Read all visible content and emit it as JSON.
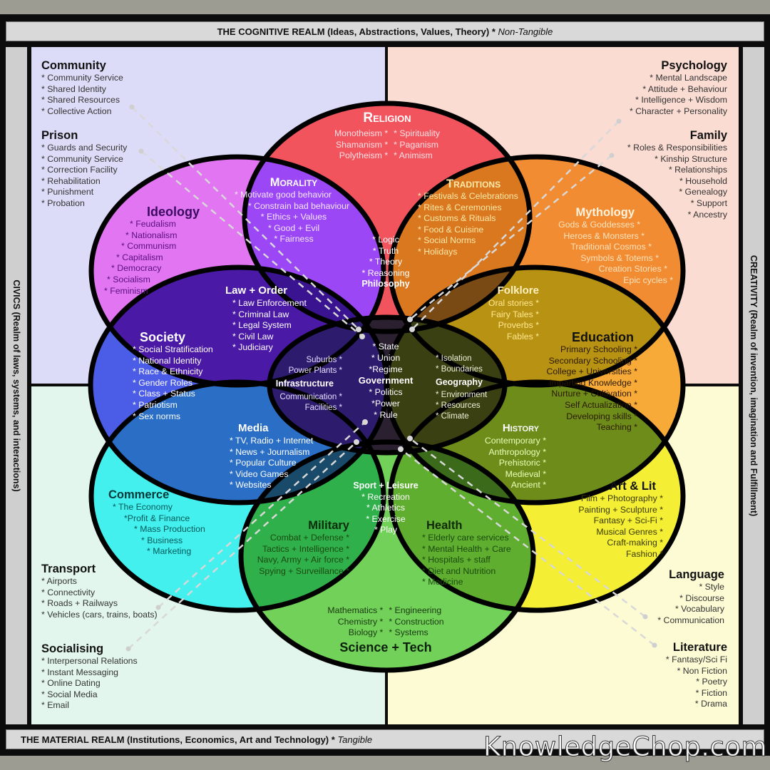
{
  "banners": {
    "top": "THE COGNITIVE REALM (Ideas, Abstractions, Values, Theory) *",
    "top_italic": "Non-Tangible",
    "bottom": "THE MATERIAL REALM (Institutions, Economics, Art and Technology) *",
    "bottom_italic": "Tangible"
  },
  "sides": {
    "left": "CIVICS (Realm of laws, systems, and interactions)",
    "right": "CREATIVITY (Realm of invention, imagination and Fulfillment)"
  },
  "watermark": "KnowledgeChop.com",
  "colors": {
    "quad_top_left": "#dcdcf8",
    "quad_top_right": "#fbdcd2",
    "quad_bottom_left": "#e2f6ee",
    "quad_bottom_right": "#fdfbd4",
    "religion": "#f2545e",
    "mythology": "#f28c32",
    "education": "#f7aa38",
    "art_lit": "#f4ef34",
    "science_tech": "#72d158",
    "commerce": "#44f0ee",
    "society": "#4b5ce6",
    "ideology": "#e276f2",
    "morality": "#9b47f5",
    "traditions": "#d9781f",
    "folklore": "#b89212",
    "history": "#6e8c1a",
    "health": "#5fae30",
    "military": "#2fb04a",
    "media": "#2a6ec6",
    "law_order": "#4a1aa6",
    "philosophy": "#c22ca8",
    "sport_leisure": "#3b7a1a",
    "center": "#2a2030",
    "infrastructure": "#2d1c6e",
    "geography": "#3a4012",
    "government": "#050505"
  },
  "corners": {
    "community": {
      "title": "Community",
      "items": [
        "* Community Service",
        "* Shared Identity",
        "* Shared Resources",
        "* Collective Action"
      ]
    },
    "prison": {
      "title": "Prison",
      "items": [
        "* Guards and Security",
        "* Community Service",
        "* Correction Facility",
        "* Rehabilitation",
        "* Punishment",
        "* Probation"
      ]
    },
    "psychology": {
      "title": "Psychology",
      "items": [
        "* Mental Landscape",
        "* Attitude + Behaviour",
        "* Intelligence + Wisdom",
        "* Character + Personality"
      ]
    },
    "family": {
      "title": "Family",
      "items": [
        "* Roles & Responsibilities",
        "* Kinship Structure",
        "* Relationships",
        "* Household",
        "* Genealogy",
        "* Support",
        "* Ancestry"
      ]
    },
    "transport": {
      "title": "Transport",
      "items": [
        "* Airports",
        "* Connectivity",
        "* Roads + Railways",
        "* Vehicles (cars, trains, boats)"
      ]
    },
    "socialising": {
      "title": "Socialising",
      "items": [
        "* Interpersonal Relations",
        "* Instant Messaging",
        "* Online Dating",
        "* Social Media",
        "* Email"
      ]
    },
    "language": {
      "title": "Language",
      "items": [
        "* Style",
        "* Discourse",
        "* Vocabulary",
        "* Communication"
      ]
    },
    "literature": {
      "title": "Literature",
      "items": [
        "* Fantasy/Sci Fi",
        "* Non Fiction",
        "* Poetry",
        "* Fiction",
        "* Drama"
      ]
    }
  },
  "regions": {
    "religion": {
      "title": "Religion",
      "left": [
        "Monotheism *",
        "Shamanism *",
        "Polytheism *"
      ],
      "right": [
        "* Spirituality",
        "* Paganism",
        "* Animism"
      ]
    },
    "morality": {
      "title": "Morality",
      "items": [
        "* Motivate good behavior",
        "* Constrain bad behaviour",
        "* Ethics + Values",
        "* Good + Evil",
        "* Fairness"
      ]
    },
    "traditions": {
      "title": "Traditions",
      "items": [
        "* Festivals & Celebrations",
        "* Rites & Ceremonies",
        "* Customs & Rituals",
        "* Food & Cuisine",
        "* Social Norms",
        "* Holidays"
      ]
    },
    "ideology": {
      "title": "Ideology",
      "items": [
        "* Feudalism",
        "* Nationalism",
        "* Communism",
        "* Capitalism",
        "* Democracy",
        "* Socialism",
        "* Feminism"
      ]
    },
    "mythology": {
      "title": "Mythology",
      "items": [
        "Gods & Goddesses *",
        "Heroes & Monsters *",
        "Traditional Cosmos *",
        "Symbols & Totems *",
        "Creation Stories *",
        "Epic cycles *"
      ]
    },
    "philosophy": {
      "title": "Philosophy",
      "items": [
        "* Logic",
        "* Truth",
        "* Theory",
        "* Reasoning"
      ]
    },
    "law_order": {
      "title": "Law + Order",
      "items": [
        "* Law Enforcement",
        "* Criminal Law",
        "* Legal System",
        "* Civil Law",
        "* Judiciary"
      ]
    },
    "folklore": {
      "title": "Folklore",
      "items": [
        "Oral stories *",
        "Fairy Tales *",
        "Proverbs *",
        "Fables *"
      ]
    },
    "society": {
      "title": "Society",
      "items": [
        "* Social Stratification",
        "* National Identity",
        "* Race & Ethnicity",
        "* Gender Roles",
        "* Class + Status",
        "* Patriotism",
        "* Sex norms"
      ]
    },
    "education": {
      "title": "Education",
      "items": [
        "Primary Schooling *",
        "Secondary Schooling *",
        "College + Universities *",
        "Imparting  Knowledge *",
        "Nurture + Cultivation *",
        "Self Actualization *",
        "Developing skills *",
        "Teaching *"
      ]
    },
    "infrastructure": {
      "title": "Infrastructure",
      "top": [
        "Suburbs *",
        "Power Plants *"
      ],
      "bottom": [
        "Communication *",
        "Facilities *"
      ]
    },
    "government": {
      "title": "Government",
      "top": [
        "* State",
        "* Union",
        "*Regime"
      ],
      "bottom": [
        "* Politics",
        "*Power",
        "* Rule"
      ]
    },
    "geography": {
      "title": "Geography",
      "top": [
        "* Isolation",
        "* Boundaries"
      ],
      "bottom": [
        "* Environment",
        "* Resources",
        "* Climate"
      ]
    },
    "media": {
      "title": "Media",
      "items": [
        "* TV, Radio + Internet",
        "* News + Journalism",
        "* Popular Culture",
        "* Video Games",
        "* Websites"
      ]
    },
    "history": {
      "title": "History",
      "items": [
        "Contemporary *",
        "Anthropology *",
        "Prehistoric *",
        "Medieval *",
        "Ancient *"
      ]
    },
    "commerce": {
      "title": "Commerce",
      "items": [
        "* The Economy",
        "*Profit & Finance",
        "* Mass Production",
        "* Business",
        "* Marketing"
      ]
    },
    "sport_leisure": {
      "title": "Sport + Leisure",
      "items": [
        "* Recreation",
        "* Athletics",
        "* Exercise",
        "* Play"
      ]
    },
    "art_lit": {
      "title": "Art & Lit",
      "items": [
        "Film + Photography *",
        "Painting + Sculpture *",
        "Fantasy + Sci-Fi *",
        "Musical Genres *",
        "Craft-making *",
        "Fashion *"
      ]
    },
    "military": {
      "title": "Military",
      "items": [
        "Combat + Defense *",
        "Tactics + Intelligence *",
        "Navy, Army + Air force *",
        "Spying + Surveillance *"
      ]
    },
    "health": {
      "title": "Health",
      "items": [
        "* Elderly care services",
        "* Mental Health + Care",
        "* Hospitals + staff",
        "* Diet and Nutrition",
        "* Medicine"
      ]
    },
    "science_tech": {
      "title": "Science + Tech",
      "left": [
        "Mathematics *",
        "Chemistry *",
        "Biology *"
      ],
      "right": [
        "* Engineering",
        "* Construction",
        "* Systems"
      ]
    }
  }
}
